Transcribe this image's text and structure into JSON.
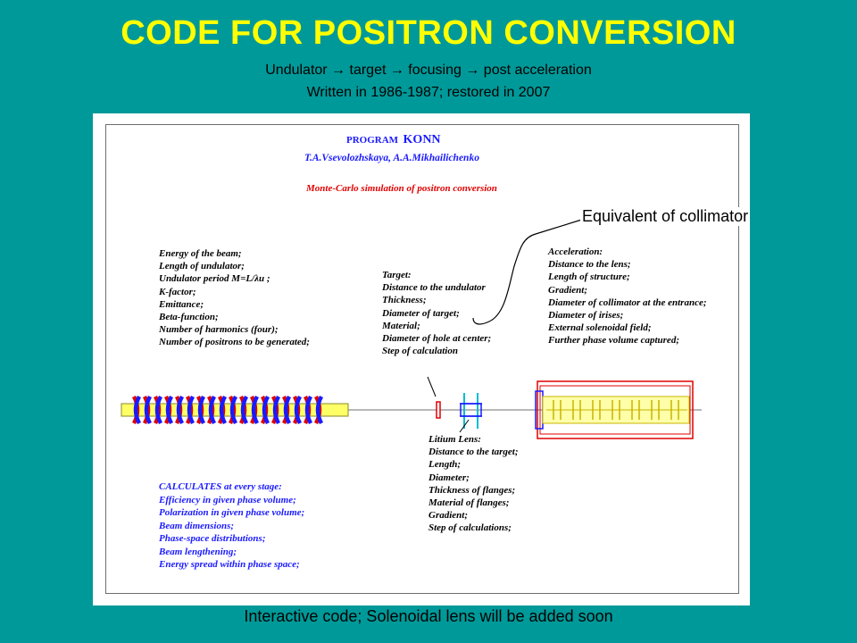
{
  "header": {
    "title": "CODE FOR POSITRON CONVERSION",
    "subtitle_line1": "Undulator → target → focusing → post acceleration",
    "subtitle_line2": "Written in 1986-1987; restored in 2007"
  },
  "panel": {
    "program_word": "PROGRAM",
    "program_name": "KONN",
    "authors": "T.A.Vsevolozhskaya, A.A.Mikhailichenko",
    "description": "Monte-Carlo simulation of positron conversion",
    "callout": "Equivalent of collimator",
    "beam_params": [
      "Energy of the beam;",
      "Length of undulator;",
      "Undulator period M=L/λu ;",
      "K-factor;",
      "Emittance;",
      "Beta-function;",
      "Number of harmonics (four);",
      "Number of positrons to be generated;"
    ],
    "target_params": [
      "Target:",
      "Distance to the undulator",
      "Thickness;",
      "Diameter of target;",
      "Material;",
      "Diameter of hole at center;",
      "Step of calculation"
    ],
    "acceleration_params": [
      "Acceleration:",
      "Distance to the lens;",
      "Length of structure;",
      "Gradient;",
      "Diameter of collimator at the entrance;",
      "Diameter of irises;",
      "External solenoidal field;",
      "Further phase volume captured;"
    ],
    "lens_params": [
      "Litium Lens:",
      "Distance to the target;",
      "Length;",
      "Diameter;",
      "Thickness of flanges;",
      "Material of flanges;",
      "Gradient;",
      "Step of calculations;"
    ],
    "calculates": [
      "CALCULATES at every stage:",
      "Efficiency in given phase volume;",
      "Polarization in given phase volume;",
      "Beam dimensions;",
      "Phase-space distributions;",
      "Beam lengthening;",
      "Energy spread within phase space;"
    ]
  },
  "footer": {
    "note": "Interactive code; Solenoidal lens will be added soon"
  },
  "colors": {
    "background": "#009999",
    "title": "#ffff00",
    "blue_text": "#1a1aff",
    "red_text": "#e00000"
  }
}
